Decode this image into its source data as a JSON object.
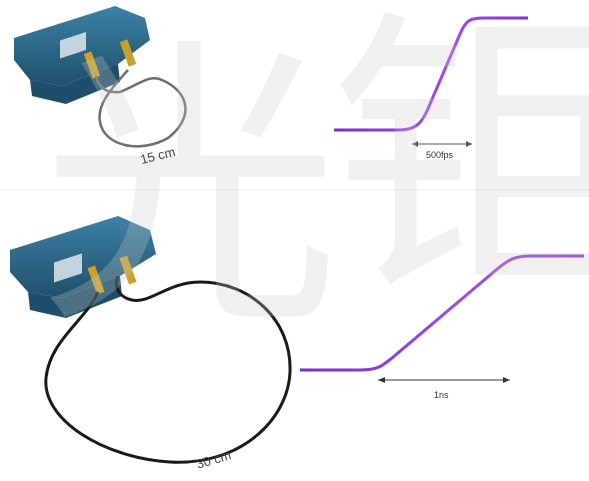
{
  "panels": [
    {
      "cable_label": "15 cm",
      "span_label": "500fps",
      "colors": {
        "trace": "#8a2be2",
        "cable": "#6e6e6e"
      }
    },
    {
      "cable_label": "30 cm",
      "span_label": "1ns",
      "colors": {
        "trace": "#8a2be2",
        "cable": "#1a1a1a"
      }
    }
  ],
  "device": {
    "colors": {
      "body": "#2f6a8a",
      "body_dark": "#1e4e6a",
      "connector": "#c9a227",
      "panel": "#a9c5d4"
    }
  },
  "watermark": {
    "glyphs": "光 钜"
  }
}
